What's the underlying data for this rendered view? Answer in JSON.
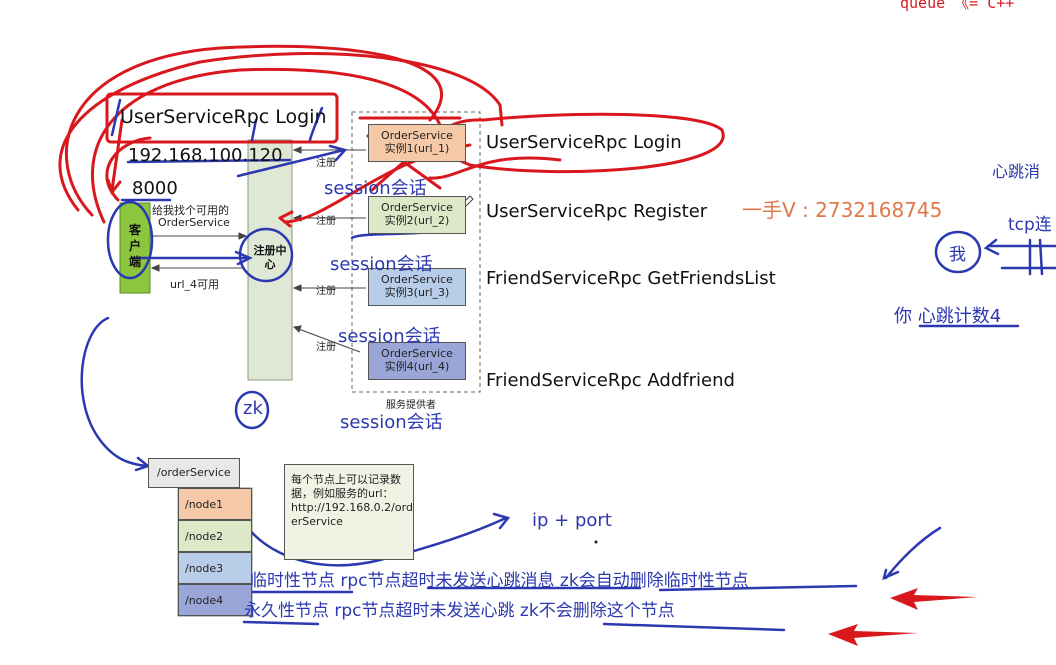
{
  "top_right_cut_text": "queue 《= C++",
  "client": {
    "label": "客户端"
  },
  "registry": {
    "label": "注册中心"
  },
  "find_note": {
    "line1": "给我找个可用的",
    "line2": "OrderService"
  },
  "url4_available": "url_4可用",
  "register_label": "注册",
  "provider_group_label": "服务提供者",
  "instances": [
    {
      "name": "OrderService",
      "instance": "实例1(url_1)",
      "color": "#f5c8a8"
    },
    {
      "name": "OrderService",
      "instance": "实例2(url_2)",
      "color": "#dde8c8"
    },
    {
      "name": "OrderService",
      "instance": "实例3(url_3)",
      "color": "#b7cde8"
    },
    {
      "name": "OrderService",
      "instance": "实例4(url_4)",
      "color": "#9aa6d8"
    }
  ],
  "methods": [
    "UserServiceRpc Login",
    "UserServiceRpc Register",
    "FriendServiceRpc GetFriendsList",
    "FriendServiceRpc Addfriend"
  ],
  "annotations": {
    "login_box": "UserServiceRpc Login",
    "ip": "192.168.100.120",
    "port": "8000",
    "session": "session会话",
    "zk": "zk",
    "watermark": "一手V : 2732168745",
    "ip_port": "ip + port",
    "temp_node_line": "临时性节点   rpc节点超时未发送心跳消息  zk会自动删除临时性节点",
    "perm_node_line": "永久性节点   rpc节点超时未发送心跳   zk不会删除这个节点",
    "heartbeat_msg": "心跳消",
    "tcp": "tcp连",
    "me": "我",
    "you_count": "你 心跳计数4"
  },
  "zk_tree": {
    "root": "/orderService",
    "nodes": [
      "/node1",
      "/node2",
      "/node3",
      "/node4"
    ],
    "node_colors": [
      "#f5c8a8",
      "#dde8c8",
      "#b7cde8",
      "#9aa6d8"
    ],
    "note": [
      "每个节点上可以记录数",
      "据，例如服务的url：",
      "http://192.168.0.2/ord",
      "erService"
    ]
  },
  "colors": {
    "ink_blue": "#2b38b0",
    "ink_red": "#d9181e",
    "watermark": "#e0784a"
  }
}
